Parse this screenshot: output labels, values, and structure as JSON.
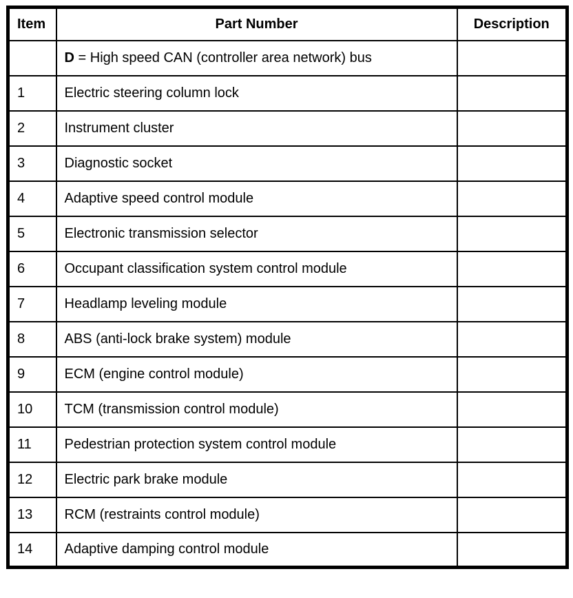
{
  "table": {
    "headers": {
      "item": "Item",
      "part_number": "Part Number",
      "description": "Description"
    },
    "note": {
      "lead": "D",
      "text": " = High speed CAN (controller area network) bus"
    },
    "rows": [
      {
        "item": "1",
        "part": "Electric steering column lock",
        "description": ""
      },
      {
        "item": "2",
        "part": "Instrument cluster",
        "description": ""
      },
      {
        "item": "3",
        "part": "Diagnostic socket",
        "description": ""
      },
      {
        "item": "4",
        "part": "Adaptive speed control module",
        "description": ""
      },
      {
        "item": "5",
        "part": "Electronic transmission selector",
        "description": ""
      },
      {
        "item": "6",
        "part": "Occupant classification system control module",
        "description": ""
      },
      {
        "item": "7",
        "part": "Headlamp leveling module",
        "description": ""
      },
      {
        "item": "8",
        "part": "ABS (anti-lock brake system) module",
        "description": ""
      },
      {
        "item": "9",
        "part": "ECM (engine control module)",
        "description": ""
      },
      {
        "item": "10",
        "part": "TCM (transmission control module)",
        "description": ""
      },
      {
        "item": "11",
        "part": "Pedestrian protection system control module",
        "description": ""
      },
      {
        "item": "12",
        "part": "Electric park brake module",
        "description": ""
      },
      {
        "item": "13",
        "part": "RCM (restraints control module)",
        "description": ""
      },
      {
        "item": "14",
        "part": "Adaptive damping control module",
        "description": ""
      }
    ]
  },
  "colors": {
    "border": "#000000",
    "background": "#ffffff",
    "text": "#000000"
  }
}
